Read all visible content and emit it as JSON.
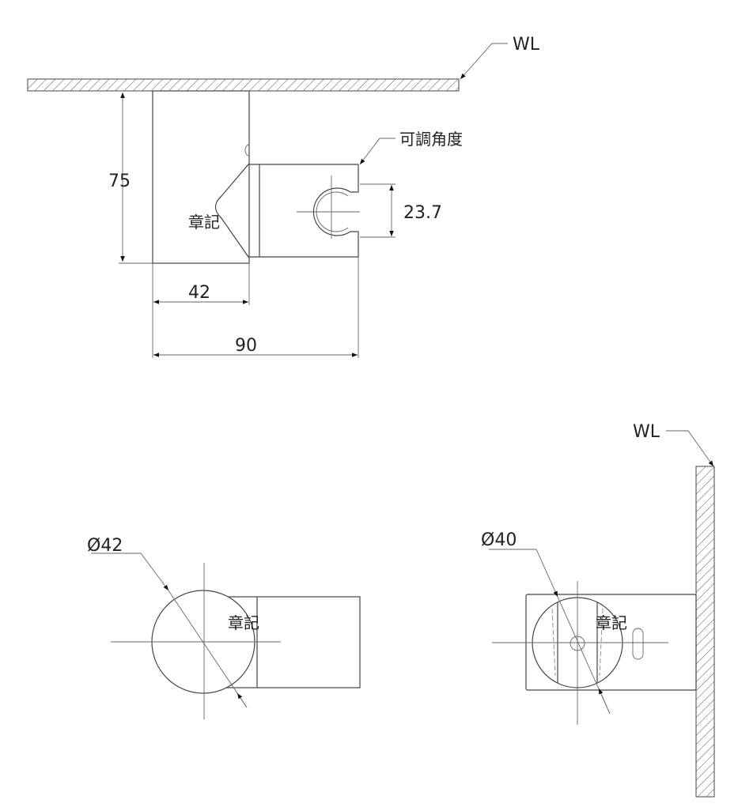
{
  "top_view": {
    "wall_label": "WL",
    "dim_height": "75",
    "dim_body_width": "42",
    "dim_total_width": "90",
    "dim_clip": "23.7",
    "note_angle": "可調角度",
    "note_logo": "章記"
  },
  "front_view": {
    "dim_diameter": "Ø42",
    "note_logo": "章記"
  },
  "side_view": {
    "wall_label": "WL",
    "dim_diameter": "Ø40",
    "note_logo": "章記"
  }
}
